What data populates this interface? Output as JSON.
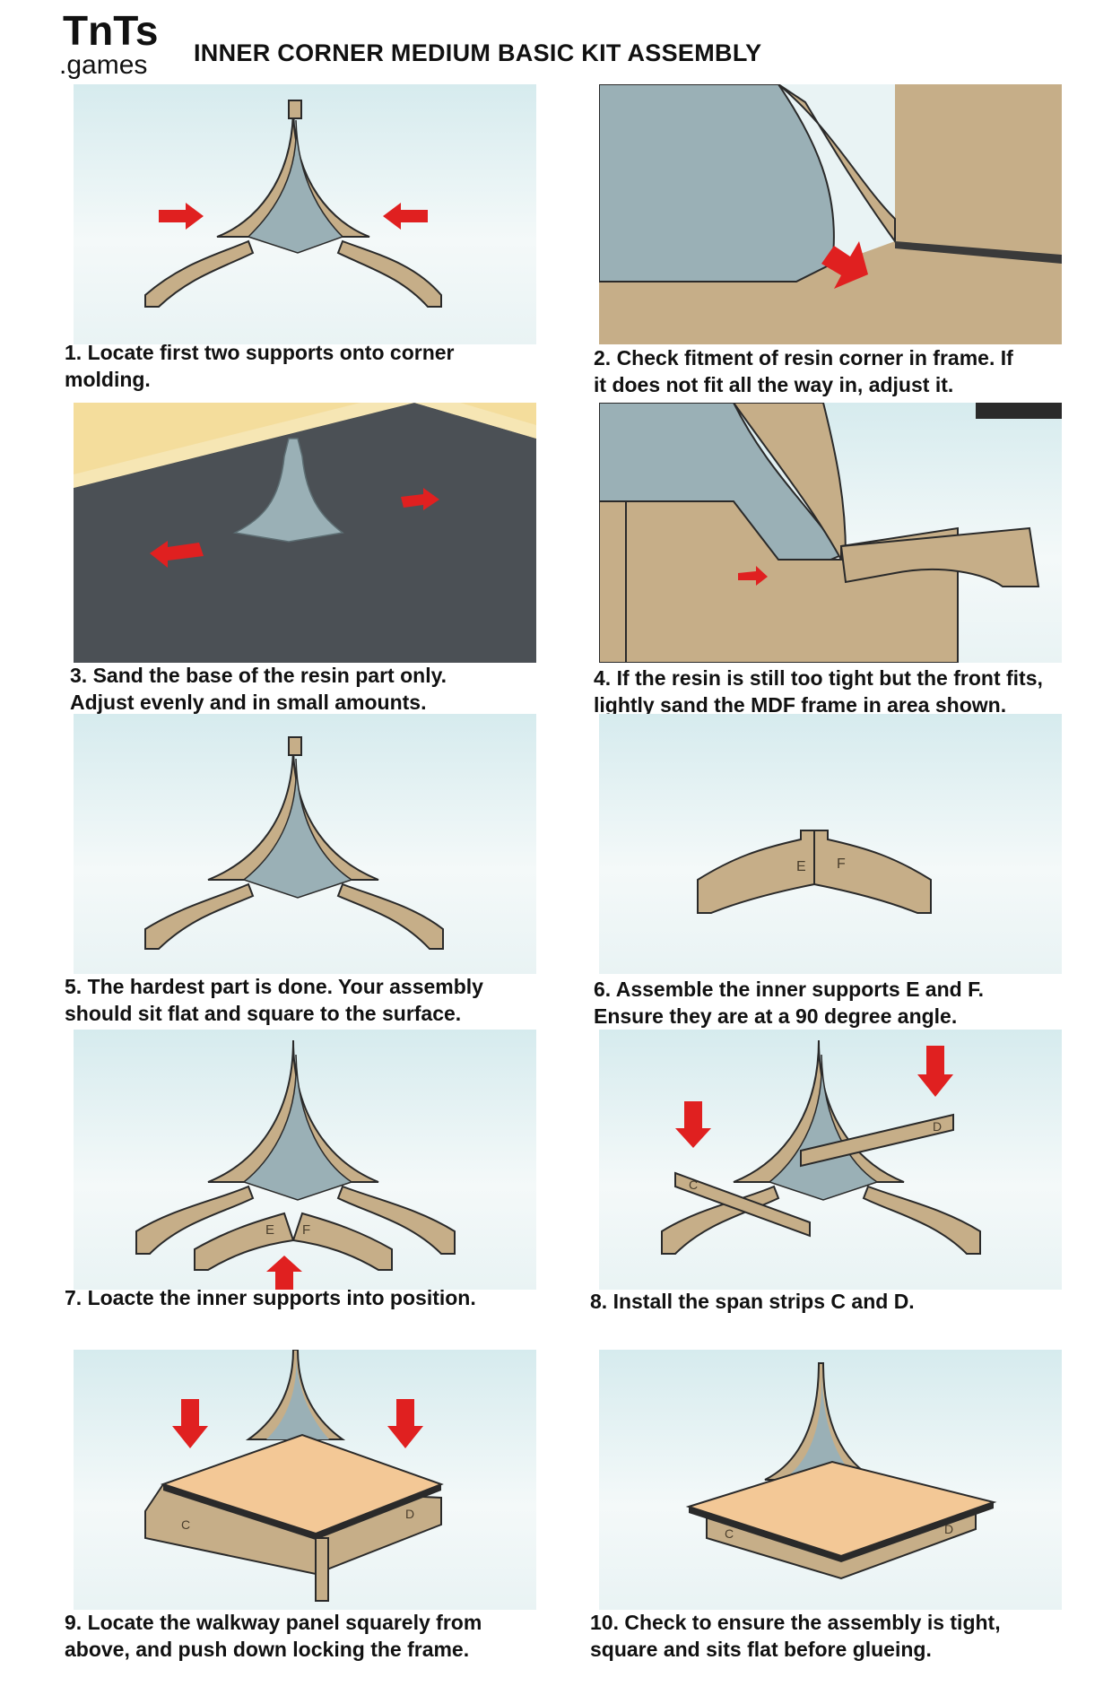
{
  "header": {
    "logo_text": "TnTs .games",
    "title": "INNER CORNER MEDIUM BASIC KIT ASSEMBLY"
  },
  "colors": {
    "mdf": "#c6ae88",
    "mdf_edge": "#2a2a2a",
    "resin": "#9ab0b6",
    "arrow": "#e02020",
    "walkway": "#f3c896",
    "mat": "#4b5055",
    "board_edge": "#f4dd9c"
  },
  "steps": [
    {
      "id": 1,
      "icon": "corner-molding-supports",
      "caption": "1. Locate first two supports onto corner\nmolding."
    },
    {
      "id": 2,
      "icon": "resin-in-frame-closeup",
      "caption": "2. Check fitment of resin corner in frame. If\n    it does not fit all the way in, adjust it."
    },
    {
      "id": 3,
      "icon": "sanding-on-mat",
      "caption": "3. Sand the base of the resin part only.\nAdjust evenly and in small amounts."
    },
    {
      "id": 4,
      "icon": "mdf-frame-sand-area",
      "caption": "4. If the resin is still too tight but the front fits,\nlightly sand the MDF frame in area shown."
    },
    {
      "id": 5,
      "icon": "assembly-flat",
      "caption": "5. The hardest part is done. Your assembly\nshould sit flat and square to the surface."
    },
    {
      "id": 6,
      "icon": "inner-supports-ef",
      "caption": "6. Assemble the inner supports E and F.\nEnsure they are at a 90 degree angle."
    },
    {
      "id": 7,
      "icon": "inner-supports-position",
      "caption": "7. Loacte the inner supports into position."
    },
    {
      "id": 8,
      "icon": "span-strips-cd",
      "caption": "8. Install the span strips C and D."
    },
    {
      "id": 9,
      "icon": "walkway-panel-drop",
      "caption": "9. Locate the walkway panel squarely from\nabove, and push down locking the frame."
    },
    {
      "id": 10,
      "icon": "completed-assembly",
      "caption": "10. Check to ensure the assembly is tight,\nsquare and sits flat before glueing."
    }
  ],
  "part_letters": {
    "e": "E",
    "f": "F",
    "c": "C",
    "d": "D"
  }
}
